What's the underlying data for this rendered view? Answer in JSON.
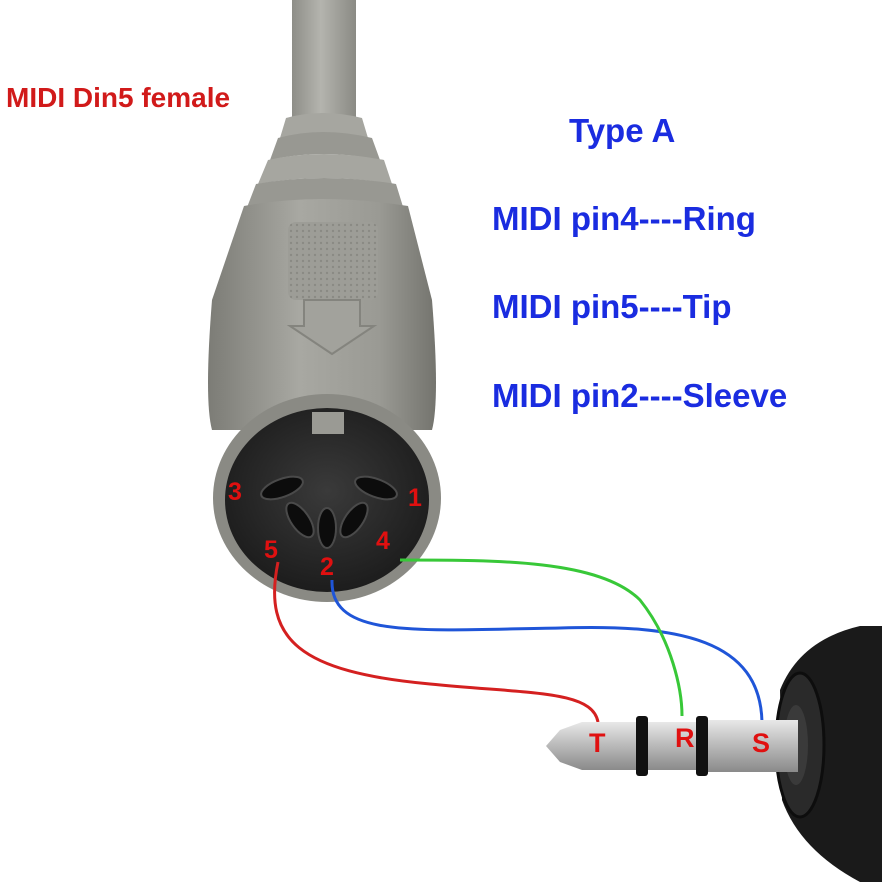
{
  "connector_title": "MIDI Din5 female",
  "type_label": "Type A",
  "pin_mappings": [
    {
      "text": "MIDI pin4----Ring"
    },
    {
      "text": "MIDI pin5----Tip"
    },
    {
      "text": "MIDI pin2----Sleeve"
    }
  ],
  "pins": [
    "1",
    "2",
    "3",
    "4",
    "5"
  ],
  "plug_labels": {
    "tip": "T",
    "ring": "R",
    "sleeve": "S"
  },
  "colors": {
    "title_red": "#d11a1a",
    "mapping_blue": "#1a2ce0",
    "pin_label_red": "#e01010",
    "cable_gray": "#9e9e98",
    "wire_red": "#d42020",
    "wire_blue": "#1f55d8",
    "wire_green": "#38c838",
    "plug_metal": "#cfcfcf",
    "plug_body": "#1a1a1a"
  },
  "wires": [
    {
      "color": "red",
      "from_pin": "5",
      "to": "T"
    },
    {
      "color": "blue",
      "from_pin": "2",
      "to": "S"
    },
    {
      "color": "green",
      "from_pin": "4",
      "to": "R"
    }
  ]
}
